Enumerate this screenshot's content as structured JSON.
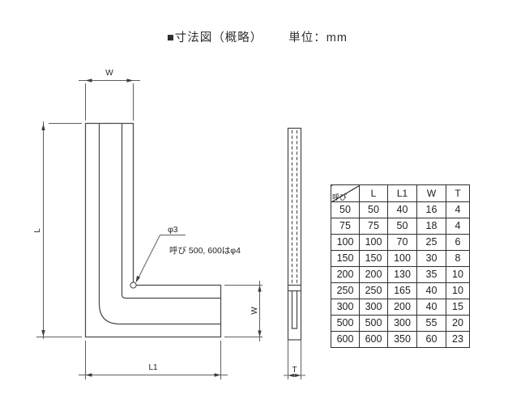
{
  "title": {
    "heading": "■寸法図（概略）",
    "unit": "単位：mm"
  },
  "drawing": {
    "labels": {
      "w_top": "W",
      "l_left": "L",
      "l1_bottom": "L1",
      "w_right": "W",
      "t_side": "T"
    },
    "hole_callout": {
      "diameter": "φ3",
      "note": "呼び 500, 600はφ4"
    }
  },
  "table": {
    "corner_label": "呼び",
    "columns": [
      "L",
      "L1",
      "W",
      "T"
    ],
    "rows": [
      [
        "50",
        "50",
        "40",
        "16",
        "4"
      ],
      [
        "75",
        "75",
        "50",
        "18",
        "4"
      ],
      [
        "100",
        "100",
        "70",
        "25",
        "6"
      ],
      [
        "150",
        "150",
        "100",
        "30",
        "8"
      ],
      [
        "200",
        "200",
        "130",
        "35",
        "10"
      ],
      [
        "250",
        "250",
        "165",
        "40",
        "10"
      ],
      [
        "300",
        "300",
        "200",
        "40",
        "15"
      ],
      [
        "500",
        "500",
        "300",
        "55",
        "20"
      ],
      [
        "600",
        "600",
        "350",
        "60",
        "23"
      ]
    ]
  }
}
